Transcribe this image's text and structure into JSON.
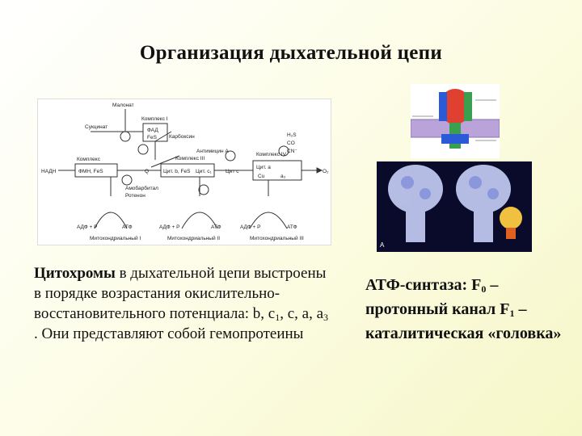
{
  "slide": {
    "title": "Организация дыхательной цепи"
  },
  "diagram": {
    "labels": {
      "malonate": "Малонат",
      "complex1": "Комплекс I",
      "fad": "ФАД",
      "fes": "FeS",
      "succinate": "Сукцинат",
      "carboxine": "Карбоксин",
      "antimycin": "Антимицин А",
      "complex4": "Комплекс IV",
      "h2s": "H₂S",
      "co": "CO",
      "cn": "CN⁻",
      "complex": "Комплекс",
      "fmn": "ФМН, FeS",
      "q": "Q",
      "cyt_b": "Цит. b, FeS",
      "cyt_c1": "Цит. c₁",
      "cyt_c": "Цит c",
      "cyt_aa3": "Цит. a",
      "cu": "Cu",
      "a3": "a₃",
      "nadh": "НАДН",
      "o2": "O₂",
      "complex3": "Комплекс III",
      "amobarbital": "Амобарбитал",
      "rotenone": "Ротенон",
      "adp1": "АДФ + Р",
      "atp1": "АТФ",
      "adp2": "АДФ + Р",
      "atp2": "АТФ",
      "adp3": "АДФ + Р",
      "atp3": "АТФ",
      "mito1": "Митохондриальный I",
      "mito2": "Митохондриальный II",
      "mito3": "Митохондриальный III"
    }
  },
  "left_text": {
    "bold": "Цитохромы",
    "part1": " в дыхательной цепи выстроены в порядке возрастания окислительно-восстановительного потенциала: b, c",
    "sub1": "1",
    "part2": ", c, a, a",
    "sub2": "3",
    "part3": " . Они представляют собой гемопротеины"
  },
  "right_text": {
    "part1": "АТФ-синтаза: F",
    "sub1": "0",
    "part2": " – протонный канал F",
    "sub2": "1",
    "part3": " – каталитическая «головка»"
  },
  "colors": {
    "background_start": "#ffffff",
    "background_end": "#f6f7c8",
    "membrane": "#9b7fc0",
    "subunit_red": "#e04030",
    "subunit_blue": "#2a5ad8",
    "subunit_green": "#3aa050"
  }
}
